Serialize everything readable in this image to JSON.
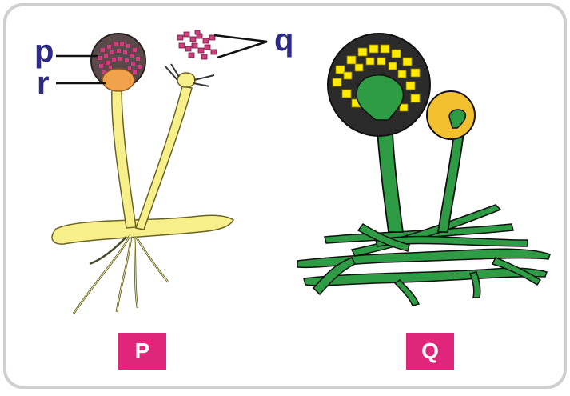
{
  "labels": {
    "p": "p",
    "q": "q",
    "r": "r"
  },
  "panels": {
    "left": {
      "name": "P",
      "hyphae_color": "#f7ef8a",
      "sporangium_color": "#5a4a4a",
      "spore_color": "#cc3f7f",
      "columella_color": "#f2a24a"
    },
    "right": {
      "name": "Q",
      "hyphae_color": "#2e9b45",
      "spore_color": "#ffea00",
      "small_head_color": "#f2bf2f"
    }
  },
  "colors": {
    "frame_border": "#cfcfcf",
    "label_text": "#2e2b86",
    "tag_background": "#e0267a"
  }
}
